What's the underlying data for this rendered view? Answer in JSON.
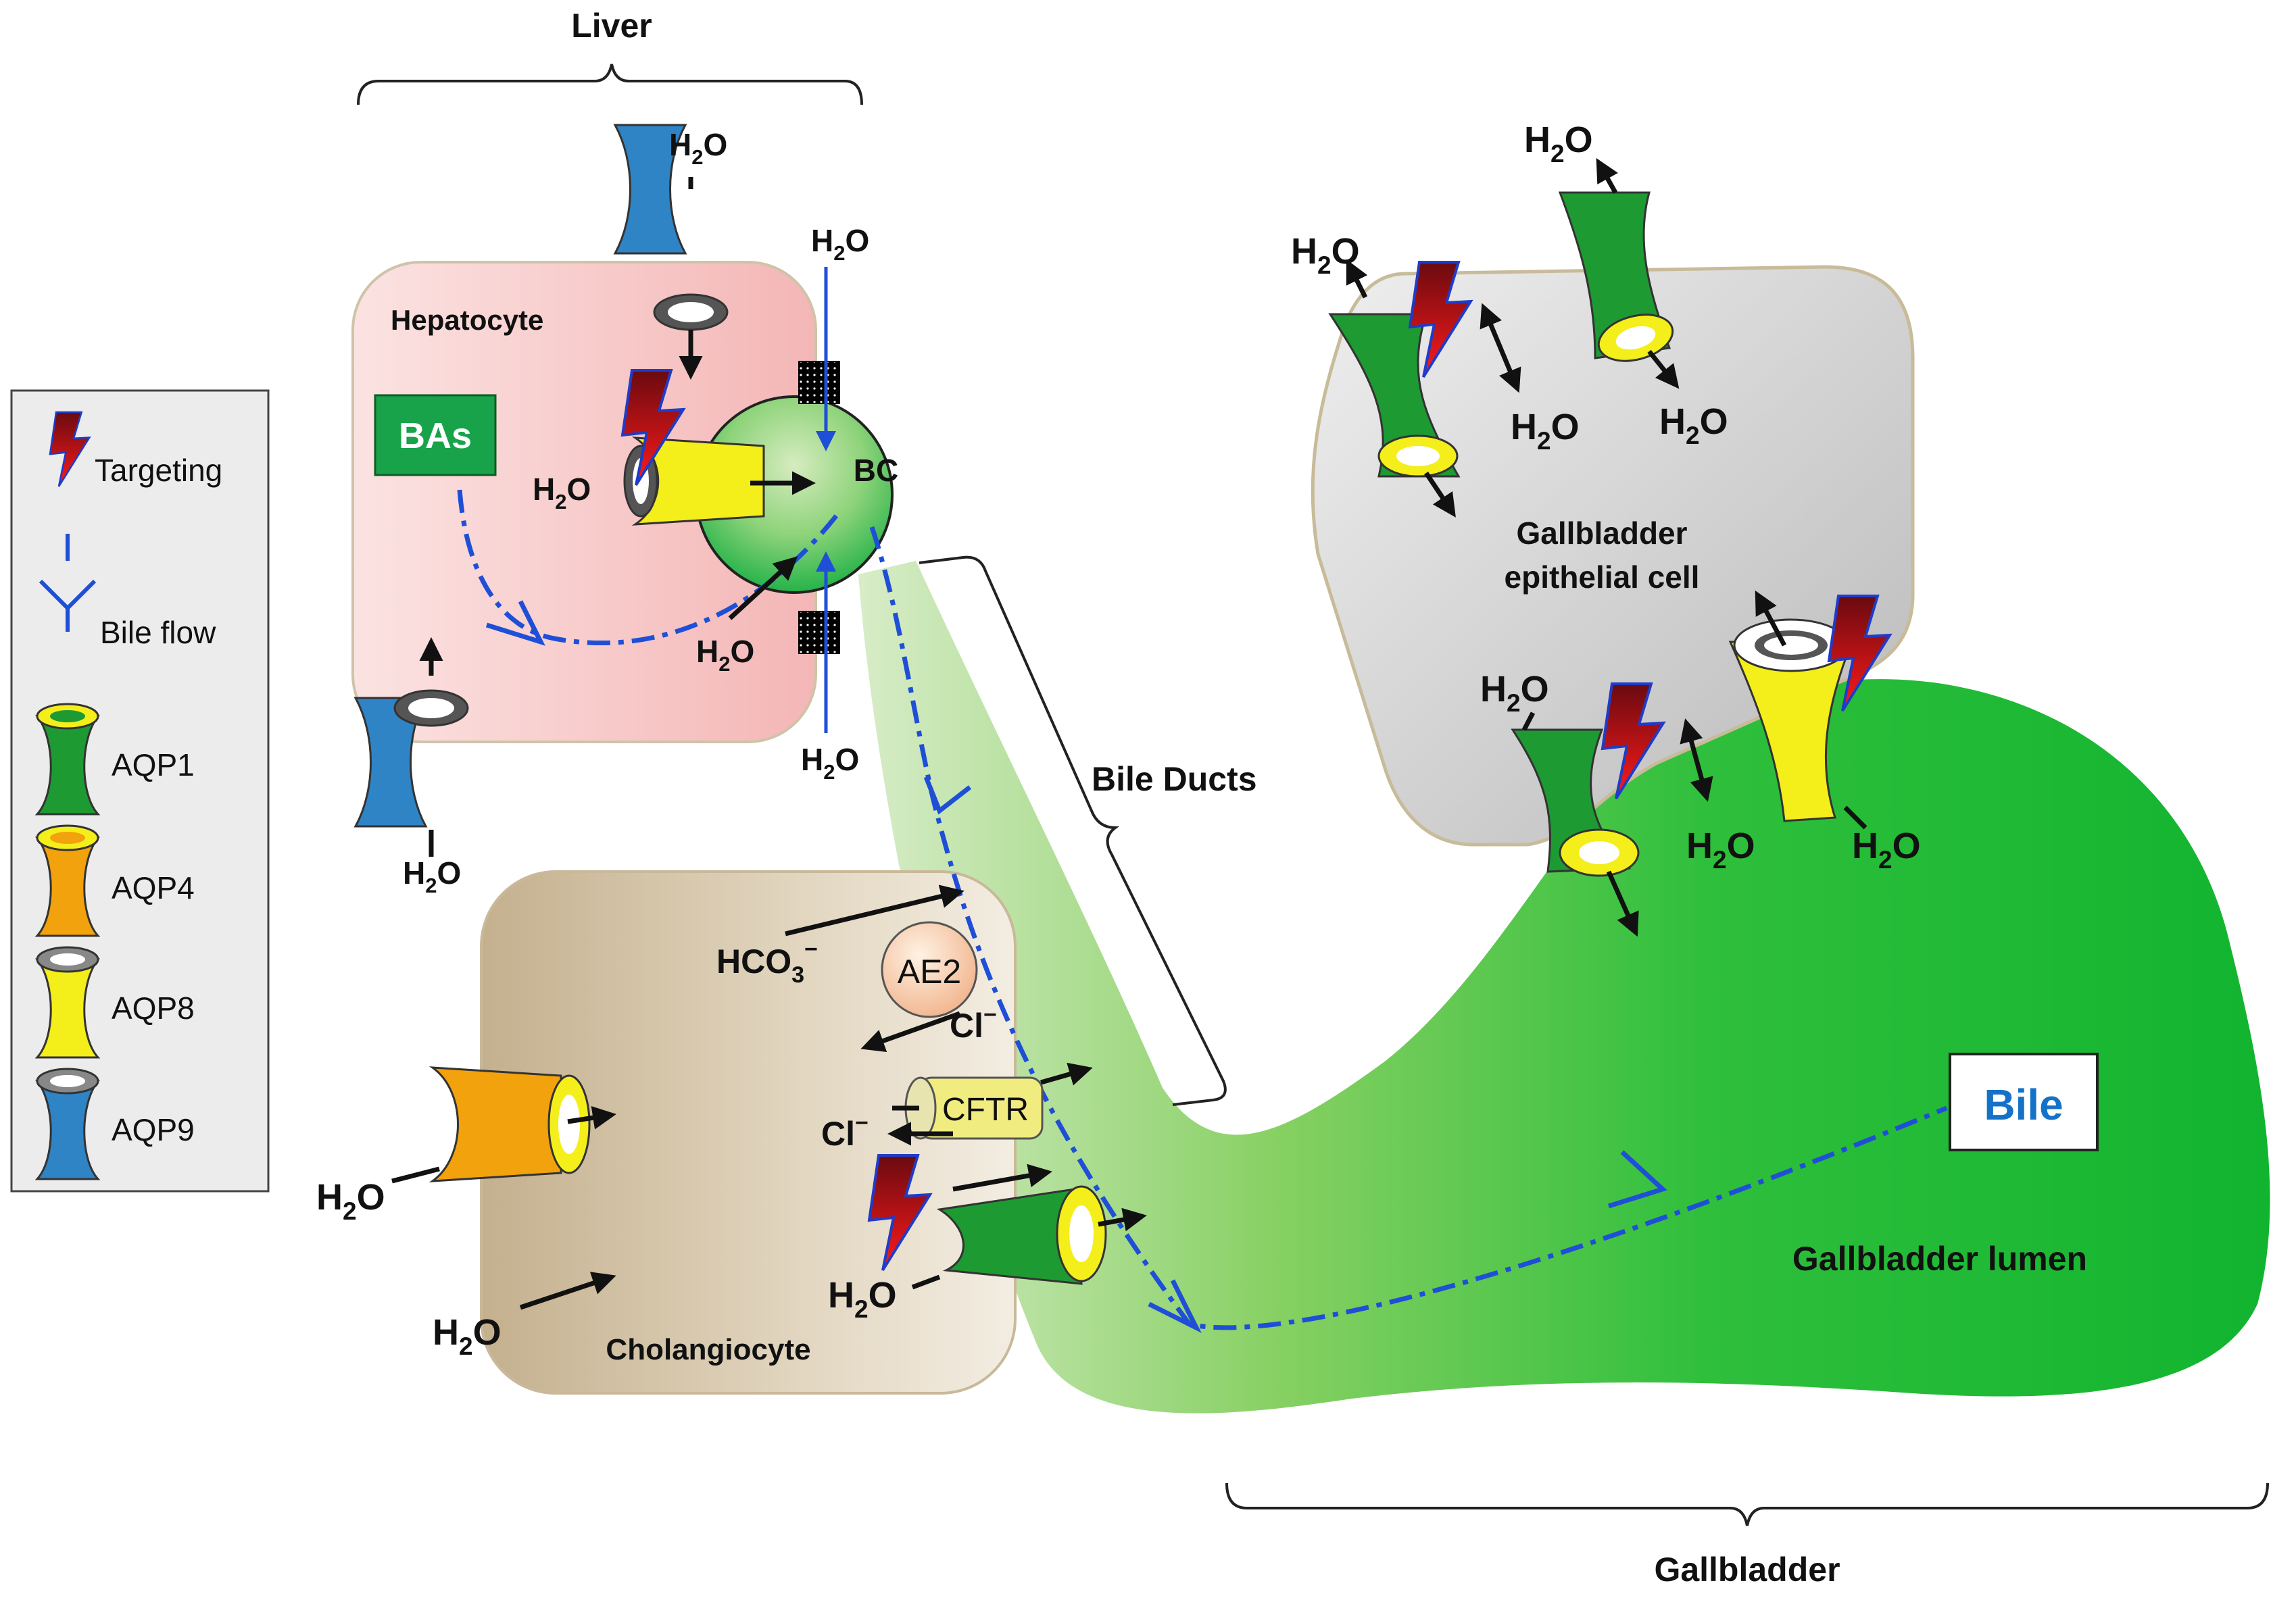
{
  "regions": {
    "liver": "Liver",
    "bile_ducts": "Bile Ducts",
    "gallbladder": "Gallbladder"
  },
  "cells": {
    "hepatocyte": "Hepatocyte",
    "bas": "BAs",
    "bc": "BC",
    "cholangiocyte": "Cholangiocyte",
    "gb_epithelial_line1": "Gallbladder",
    "gb_epithelial_line2": "epithelial cell",
    "gb_lumen": "Gallbladder lumen",
    "bile": "Bile"
  },
  "transport": {
    "hco3": "HCO",
    "hco3_sub": "3",
    "hco3_sup": "−",
    "ae2": "AE2",
    "cl": "Cl",
    "cl_sup": "−",
    "cftr": "CFTR",
    "water_h": "H",
    "water_sub": "2",
    "water_o": "O"
  },
  "legend": {
    "items": [
      {
        "label": "Targeting",
        "icon": "lightning-bolt-icon"
      },
      {
        "label": "Bile flow",
        "icon": "dash-dot-arrow-icon"
      },
      {
        "label": "AQP1",
        "icon": "aquaporin-icon",
        "color": "#1e9a33"
      },
      {
        "label": "AQP4",
        "icon": "aquaporin-icon",
        "color": "#f2a20c"
      },
      {
        "label": "AQP8",
        "icon": "aquaporin-icon",
        "color": "#f4ee1a"
      },
      {
        "label": "AQP9",
        "icon": "aquaporin-icon",
        "color": "#2f84c6"
      }
    ]
  },
  "colors": {
    "aqp1": "#1e9a33",
    "aqp4": "#f2a20c",
    "aqp8": "#f4ee1a",
    "aqp9": "#2f84c6",
    "bile_flow": "#1f4fd6",
    "bas_box": "#18a34a"
  }
}
